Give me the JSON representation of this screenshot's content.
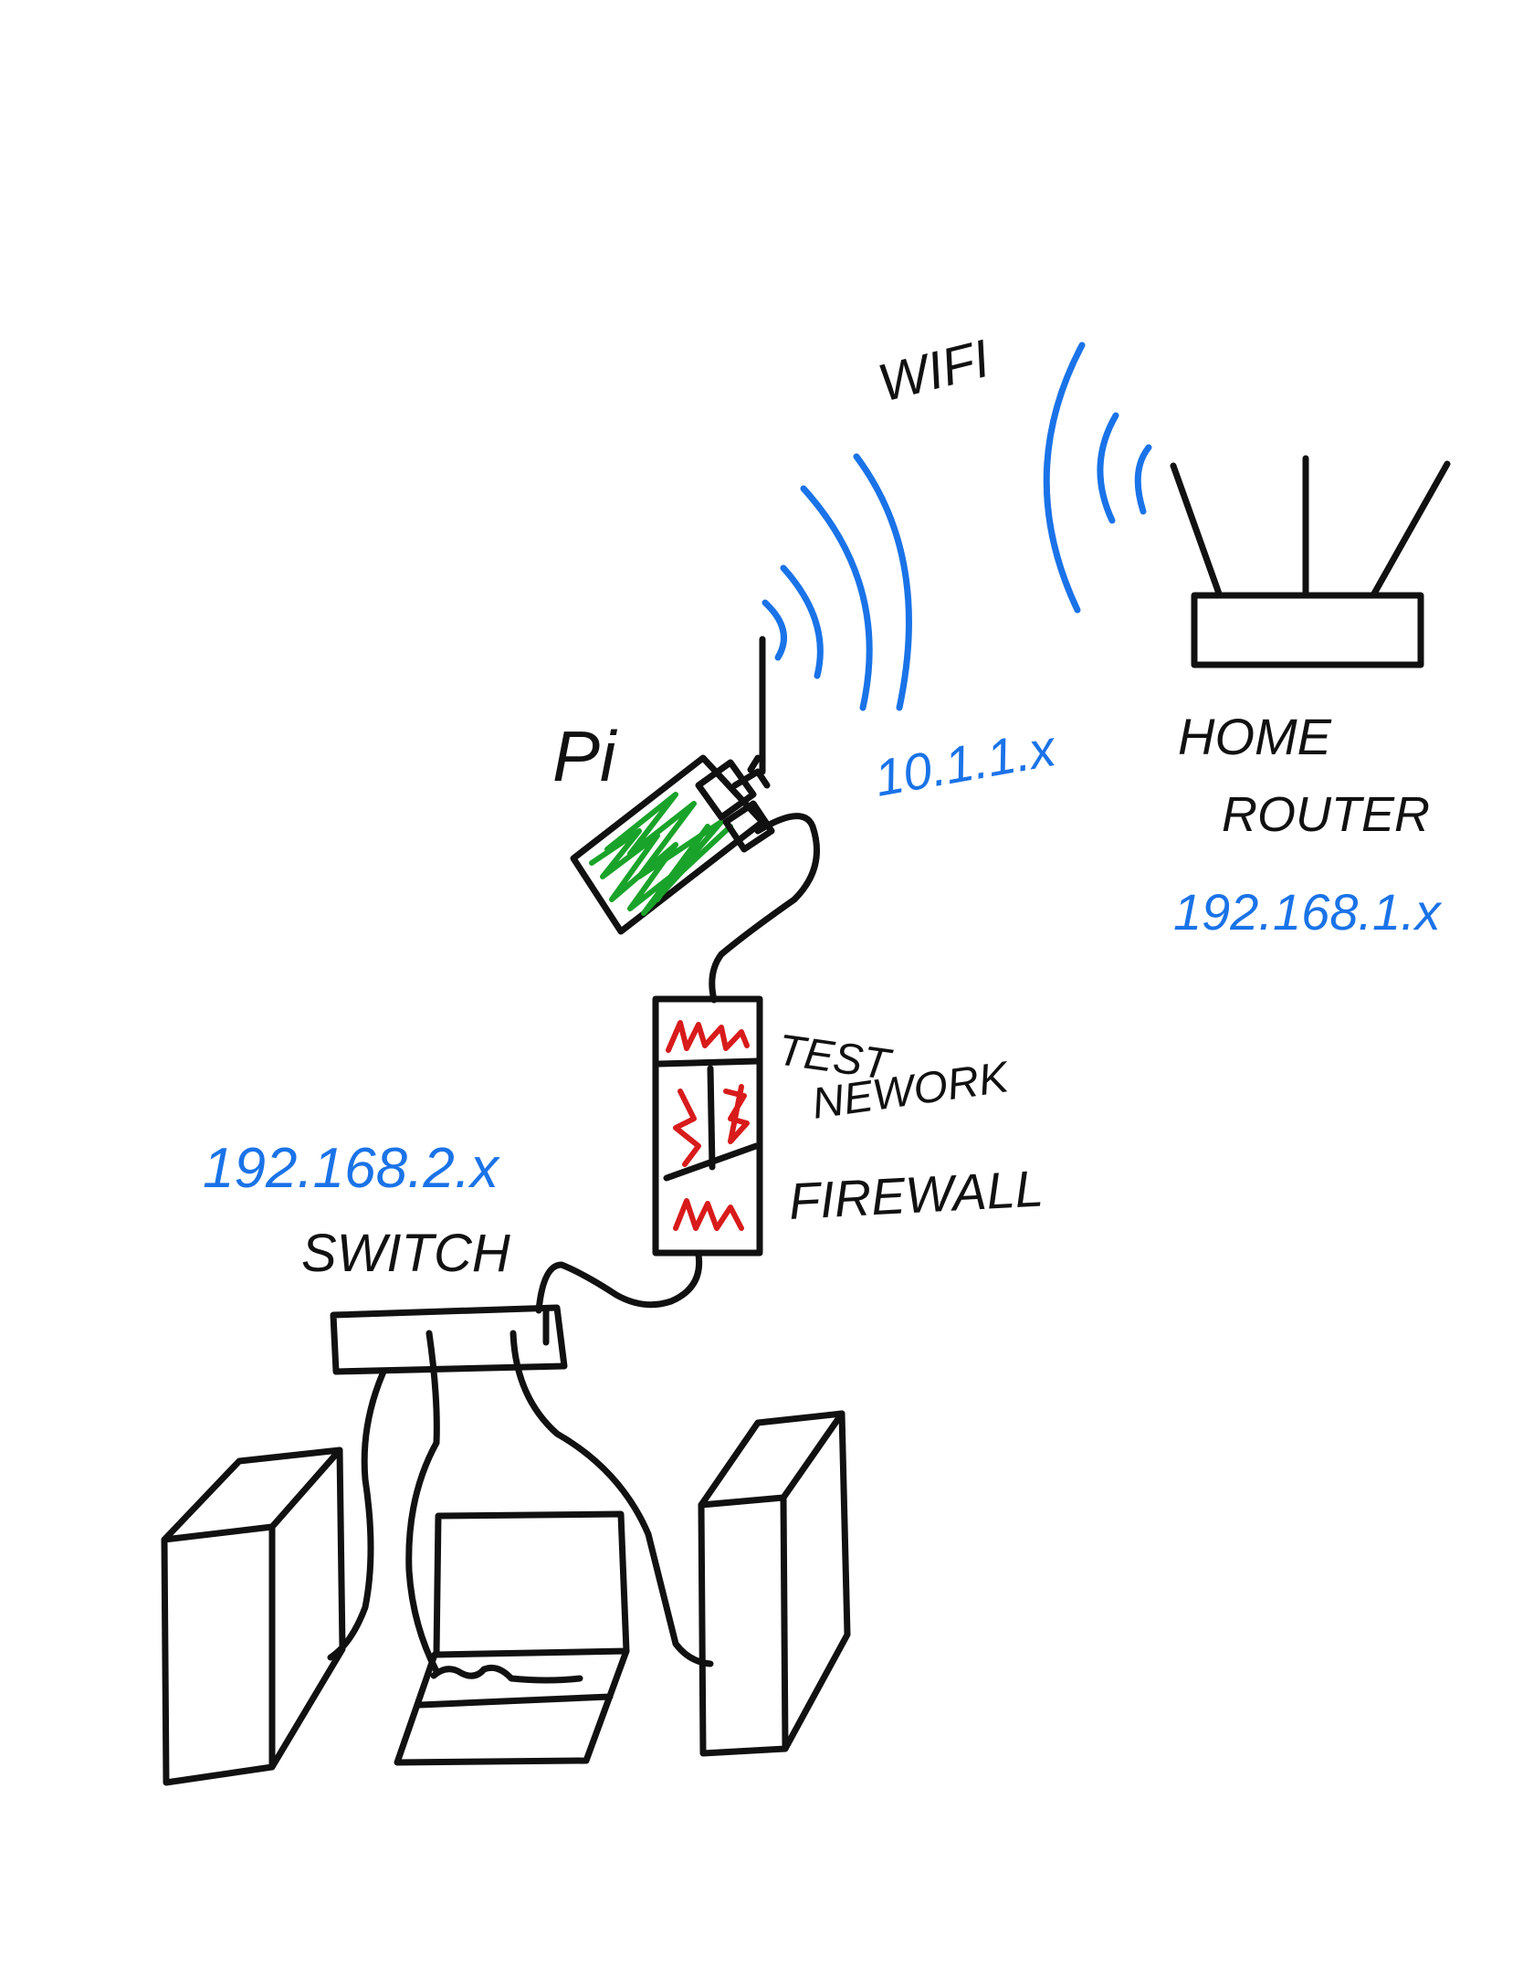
{
  "labels": {
    "wifi": "WIFI",
    "pi": "Pi",
    "pi_subnet": "10.1.1.x",
    "router_line1": "HOME",
    "router_line2": "ROUTER",
    "router_subnet": "192.168.1.x",
    "firewall_line1": "TEST",
    "firewall_line2": "NEWORK",
    "firewall_line3": "FIREWALL",
    "switch_subnet": "192.168.2.x",
    "switch": "SWITCH"
  },
  "colors": {
    "ink": "#111111",
    "wifi": "#1a73e8",
    "pi_board": "#1aa32a",
    "firewall": "#d81b1b"
  }
}
